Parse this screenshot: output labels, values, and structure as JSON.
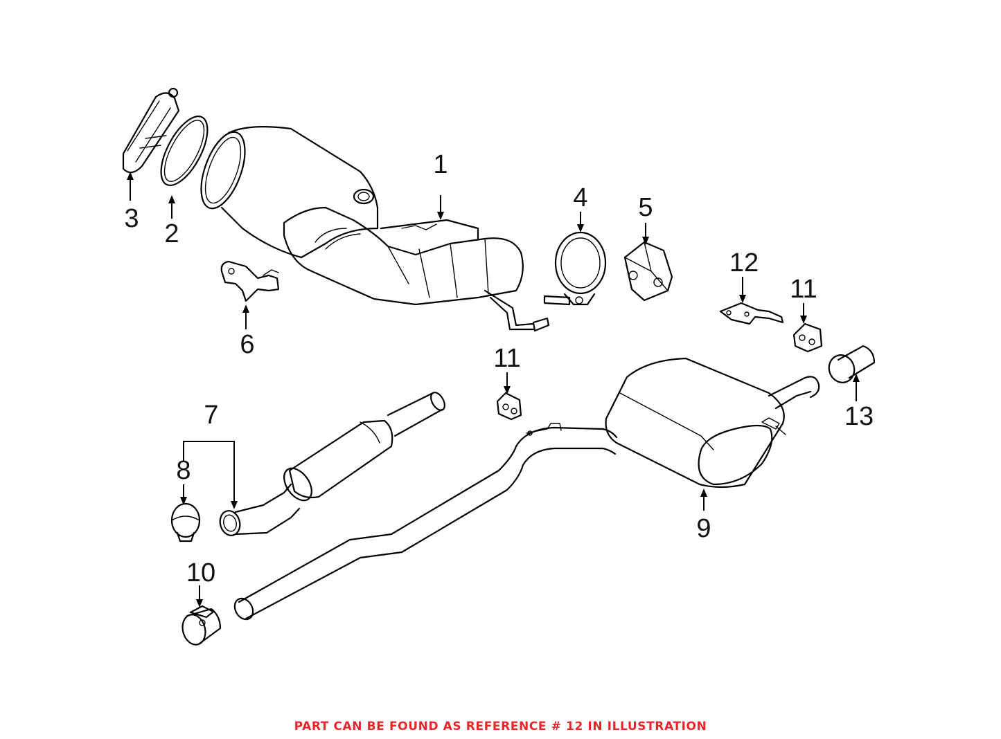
{
  "callouts": {
    "c1": "1",
    "c2": "2",
    "c3": "3",
    "c4": "4",
    "c5": "5",
    "c6": "6",
    "c7": "7",
    "c8": "8",
    "c9": "9",
    "c10": "10",
    "c11a": "11",
    "c11b": "11",
    "c12": "12",
    "c13": "13"
  },
  "footer_note": "PART CAN BE FOUND AS REFERENCE # 12 IN ILLUSTRATION",
  "colors": {
    "footer_text": "#e8262a",
    "line_art": "#000000"
  }
}
